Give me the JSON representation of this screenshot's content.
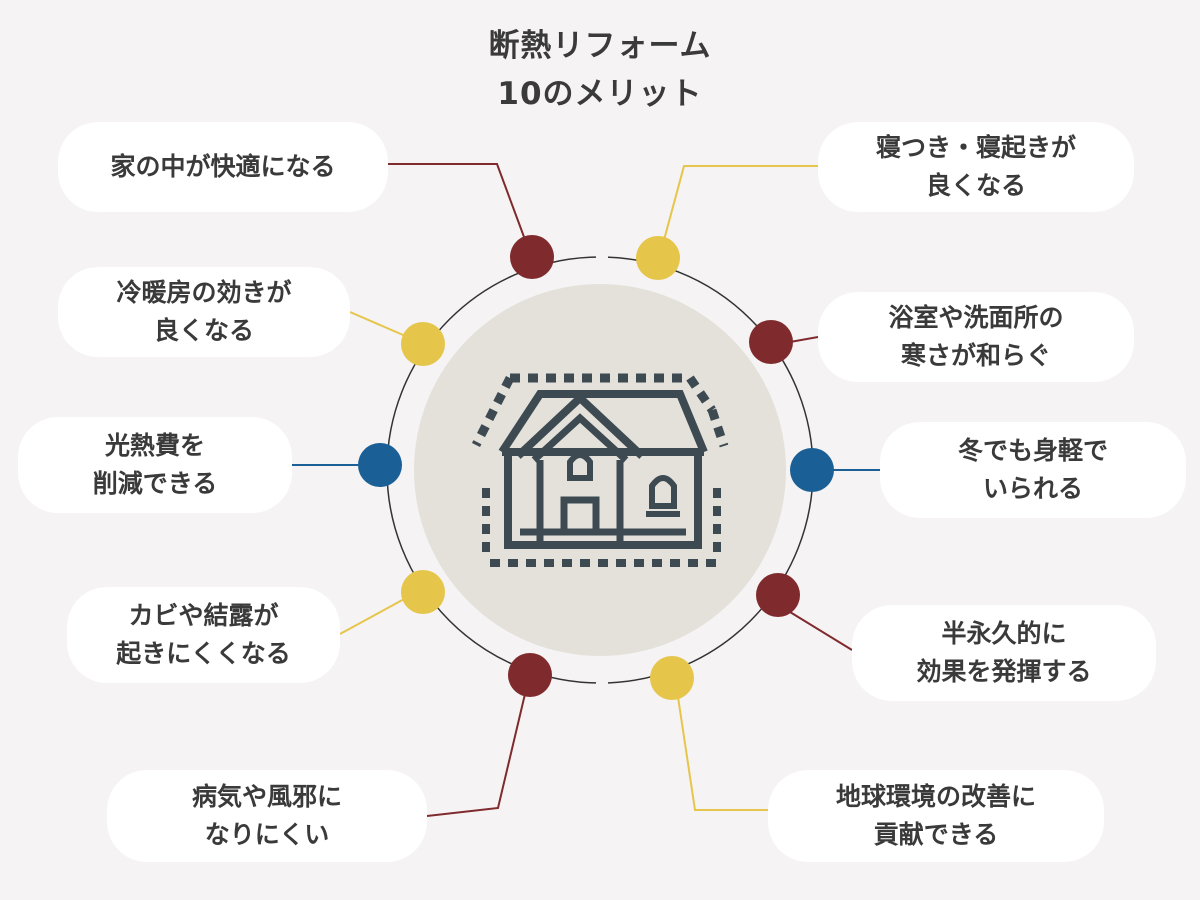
{
  "title": {
    "line1": "断熱リフォーム",
    "line2": "10のメリット"
  },
  "colors": {
    "background": "#f5f3f4",
    "card": "#ffffff",
    "center_disc": "#e4e1db",
    "house_icon": "#3d4a52",
    "dark_red": "#7f2a2d",
    "yellow": "#e6c54b",
    "blue": "#1a5f96",
    "ring": "#333333"
  },
  "benefits": [
    {
      "id": "comfortable-home",
      "lines": [
        "家の中が快適になる"
      ],
      "color": "dark_red"
    },
    {
      "id": "better-sleep",
      "lines": [
        "寝つき・寝起きが",
        "良くなる"
      ],
      "color": "yellow"
    },
    {
      "id": "better-aircon",
      "lines": [
        "冷暖房の効きが",
        "良くなる"
      ],
      "color": "yellow"
    },
    {
      "id": "warmer-bathroom",
      "lines": [
        "浴室や洗面所の",
        "寒さが和らぐ"
      ],
      "color": "dark_red"
    },
    {
      "id": "save-utility",
      "lines": [
        "光熱費を",
        "削減できる"
      ],
      "color": "blue"
    },
    {
      "id": "light-clothing",
      "lines": [
        "冬でも身軽で",
        "いられる"
      ],
      "color": "blue"
    },
    {
      "id": "less-mold",
      "lines": [
        "カビや結露が",
        "起きにくくなる"
      ],
      "color": "yellow"
    },
    {
      "id": "long-lasting",
      "lines": [
        "半永久的に",
        "効果を発揮する"
      ],
      "color": "dark_red"
    },
    {
      "id": "less-illness",
      "lines": [
        "病気や風邪に",
        "なりにくい"
      ],
      "color": "dark_red"
    },
    {
      "id": "eco-friendly",
      "lines": [
        "地球環境の改善に",
        "貢献できる"
      ],
      "color": "yellow"
    }
  ]
}
